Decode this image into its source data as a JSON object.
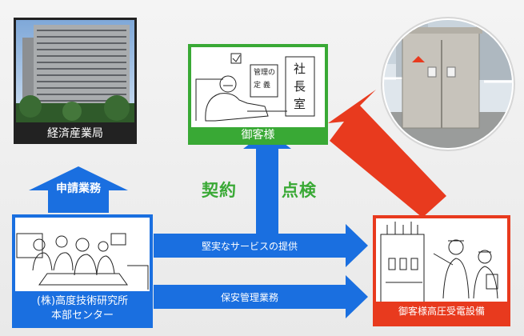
{
  "nodes": {
    "meti": {
      "label": "経済産業局"
    },
    "customer": {
      "label": "御客様",
      "sign_left": "管理の\n定 義",
      "sign_right": "社\n長\n室"
    },
    "center": {
      "label_line1": "(株)高度技術研究所",
      "label_line2": "本部センター"
    },
    "facility": {
      "label": "御客様高圧受電設備"
    }
  },
  "arrows": {
    "application": {
      "label": "申請業務"
    },
    "contract": {
      "label": "契約"
    },
    "inspection": {
      "label": "点検"
    },
    "service": {
      "label": "堅実なサービスの提供"
    },
    "maintenance": {
      "label": "保安管理業務"
    }
  },
  "colors": {
    "blue": "#1a6fe0",
    "green": "#39a935",
    "red": "#e83a1e",
    "black": "#222222"
  }
}
